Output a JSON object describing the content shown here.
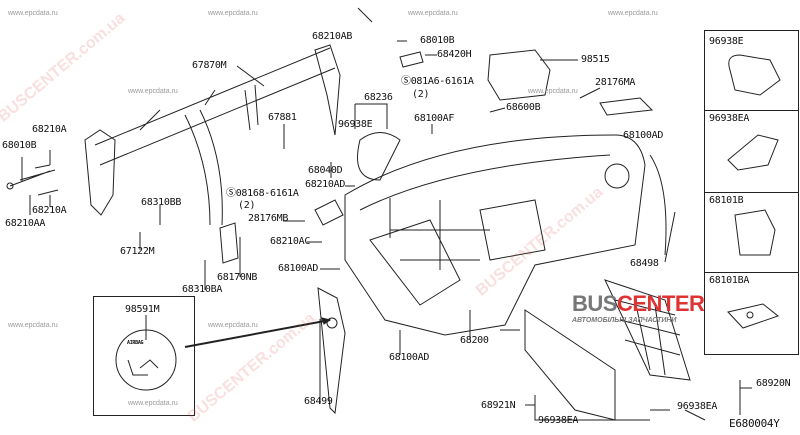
{
  "watermarks": {
    "site": "www.epcdata.ru",
    "brand": "BUSCENTER.com.ua"
  },
  "logo": {
    "bus": "BUS",
    "center": "CENTER",
    "subtitle": "АВТОМОБІЛЬНІ ЗАПЧАСТИНИ"
  },
  "labels": {
    "p68210AB": "68210AB",
    "p68010B_top": "68010B",
    "p68420H": "68420H",
    "p67870M": "67870M",
    "p98515": "98515",
    "p081A6": "Ⓢ081A6-6161A",
    "p081A6_qty": "(2)",
    "p28176MA": "28176MA",
    "p68236": "68236",
    "p68600B": "68600B",
    "p68100AF": "68100AF",
    "p67881": "67881",
    "p96938E": "96938E",
    "p68210A_top": "68210A",
    "p68010B_left": "68010B",
    "p68100AD_right": "68100AD",
    "p68040D": "68040D",
    "p68210AD": "68210AD",
    "p08168": "Ⓢ08168-6161A",
    "p08168_qty": "(2)",
    "p68310BB": "68310BB",
    "p68210A_bottom": "68210A",
    "p68210AA": "68210AA",
    "p28176MB": "28176MB",
    "p68210AC": "68210AC",
    "p67122M": "67122M",
    "p68100AD_mid": "68100AD",
    "p68170NB": "68170NB",
    "p68310BA": "68310BA",
    "p98591M": "98591M",
    "airbag_text": "AIRBAG",
    "p68499": "68499",
    "p68498": "68498",
    "p68200": "68200",
    "p68100AD_bottom": "68100AD",
    "p68921N": "68921N",
    "p96938EA_bottom": "96938EA",
    "p96938EA_right": "96938EA",
    "p68920N": "68920N",
    "diagram_code": "E680004Y"
  },
  "panel": [
    {
      "label": "96938E"
    },
    {
      "label": "96938EA"
    },
    {
      "label": "68101B"
    },
    {
      "label": "68101BA"
    }
  ]
}
